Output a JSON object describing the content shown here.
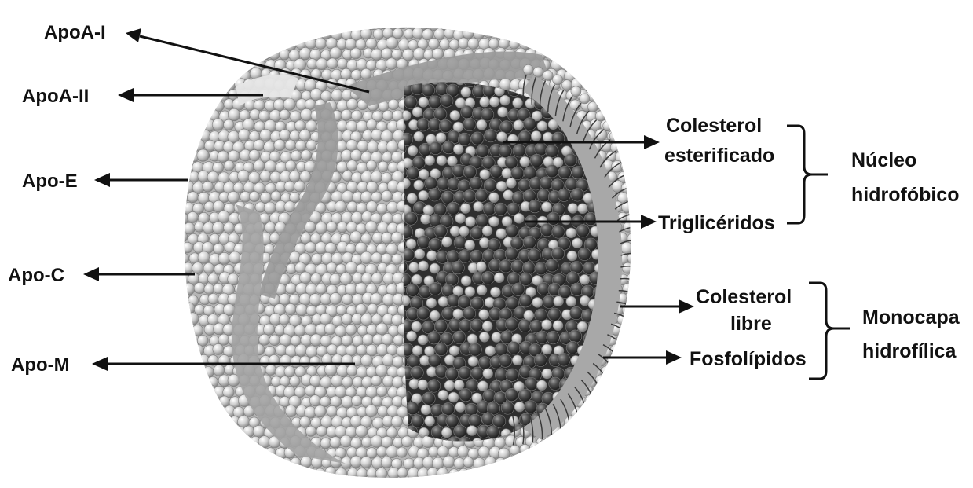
{
  "labels": {
    "apoa1": "ApoA-I",
    "apoa2": "ApoA-II",
    "apoe": "Apo-E",
    "apoc": "Apo-C",
    "apom": "Apo-M",
    "colesterol_esterificado_1": "Colesterol",
    "colesterol_esterificado_2": "esterificado",
    "trigliceridos": "Triglicéridos",
    "nucleo_1": "Núcleo",
    "nucleo_2": "hidrofóbico",
    "colesterol_libre_1": "Colesterol",
    "colesterol_libre_2": "libre",
    "fosfolipidos": "Fosfolípidos",
    "monocapa_1": "Monocapa",
    "monocapa_2": "hidrofílica"
  },
  "colors": {
    "ink": "#111111",
    "light_sphere": "#d2d2d2",
    "dark_sphere": "#4a4a4a",
    "protein_band": "#9a9a9a",
    "core_bg": "#2e2e2e"
  }
}
